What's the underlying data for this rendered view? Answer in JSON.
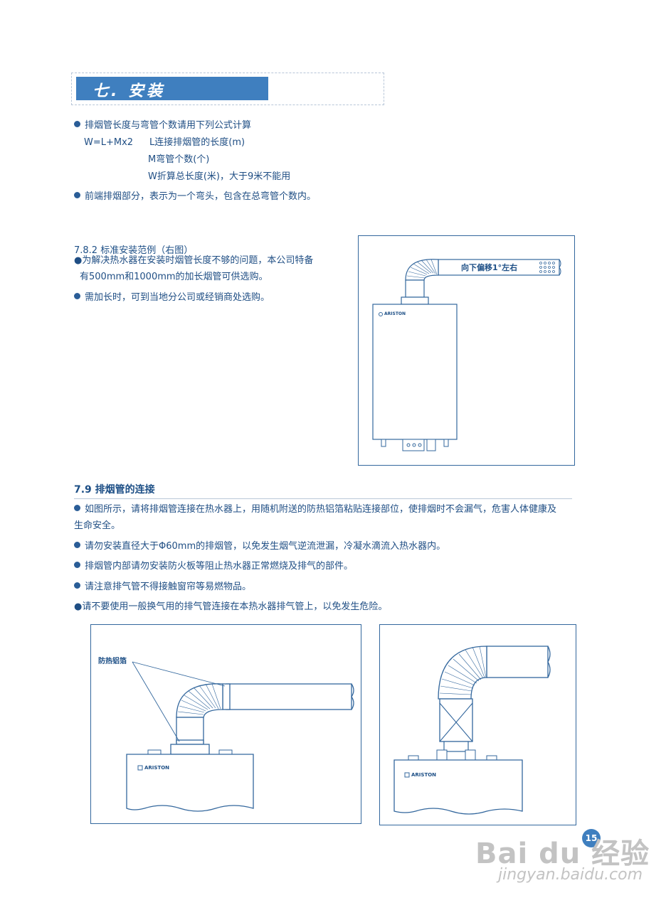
{
  "section": {
    "title": "七. 安装"
  },
  "formula": {
    "bullet1": "排烟管长度与弯管个数请用下列公式计算",
    "equation": "W=L+Mx2",
    "def_l": "L连接排烟管的长度(m)",
    "def_m": "M弯管个数(个)",
    "def_w": "W折算总长度(米)，大于9米不能用",
    "bullet2": "前端排烟部分，表示为一个弯头，包含在总弯管个数内。"
  },
  "example": {
    "heading": "7.8.2 标准安装范例（右图）",
    "bullet1_line1": "●为解决热水器在安装时烟管长度不够的问题，本公司特备",
    "bullet1_line2": "有500mm和1000mm的加长烟管可供选购。",
    "bullet2": "需加长时，可到当地分公司或经销商处选购。",
    "diagram_label": "向下偏移1°左右",
    "brand": "ARISTON"
  },
  "connection": {
    "heading": "7.9  排烟管的连接",
    "bullet1_line1": "如图所示，请将排烟管连接在热水器上，用随机附送的防热铝箔粘贴连接部位，使排烟时不会漏气，危害人体健康及",
    "bullet1_line2": "生命安全。",
    "bullet2": "请勿安装直径大于Φ60mm的排烟管，以免发生烟气逆流泄漏，冷凝水滴流入热水器内。",
    "bullet3": "排烟管内部请勿安装防火板等阻止热水器正常燃烧及排气的部件。",
    "bullet4": "请注意排气管不得接触窗帘等易燃物品。",
    "bullet5": "●请不要使用一般换气用的排气管连接在本热水器排气管上，以免发生危险。",
    "foil_label": "防热铝箔",
    "brand": "ARISTON"
  },
  "page_number": "15",
  "watermark": {
    "logo_text": "Bai du 经验",
    "url": "jingyan.baidu.com"
  }
}
